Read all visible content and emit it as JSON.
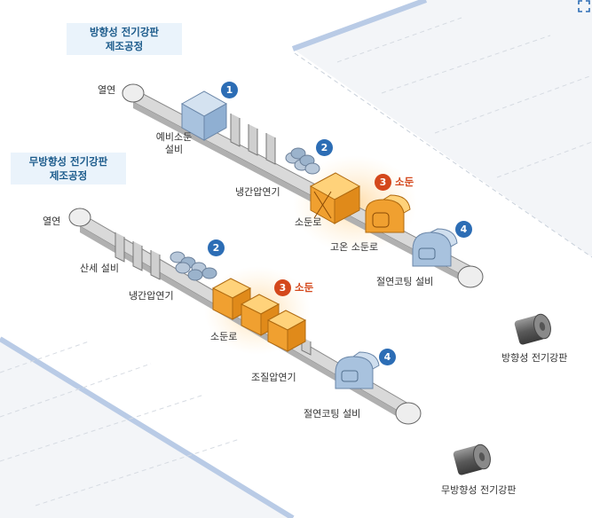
{
  "headers": {
    "grain_oriented": "방향성 전기강판\n제조공정",
    "non_oriented": "무방향성 전기강판\n제조공정"
  },
  "go_line": {
    "hot_rolled": "열연",
    "pre_annealing": "예비소둔\n설비",
    "cold_rolling": "냉간압연기",
    "annealing_furnace": "소둔로",
    "high_temp_annealing": "고온 소둔로",
    "insulation_coating": "절연코팅 설비",
    "step1": "1",
    "step2": "2",
    "step3": "3",
    "step3_label": "소둔",
    "step4": "4"
  },
  "no_line": {
    "hot_rolled": "열연",
    "pickling": "산세 설비",
    "cold_rolling": "냉간압연기",
    "annealing_furnace": "소둔로",
    "skin_pass": "조질압연기",
    "insulation_coating": "절연코팅 설비",
    "step2": "2",
    "step3": "3",
    "step3_label": "소둔",
    "step4": "4"
  },
  "products": {
    "grain_oriented_coil": "방향성 전기강판",
    "non_oriented_coil": "무방향성 전기강판"
  },
  "colors": {
    "badge_blue": "#2c6db5",
    "badge_red": "#d4481c",
    "furnace_orange": "#f0a030",
    "equipment_blue": "#a8c2de",
    "header_bg": "#eaf3fb"
  }
}
